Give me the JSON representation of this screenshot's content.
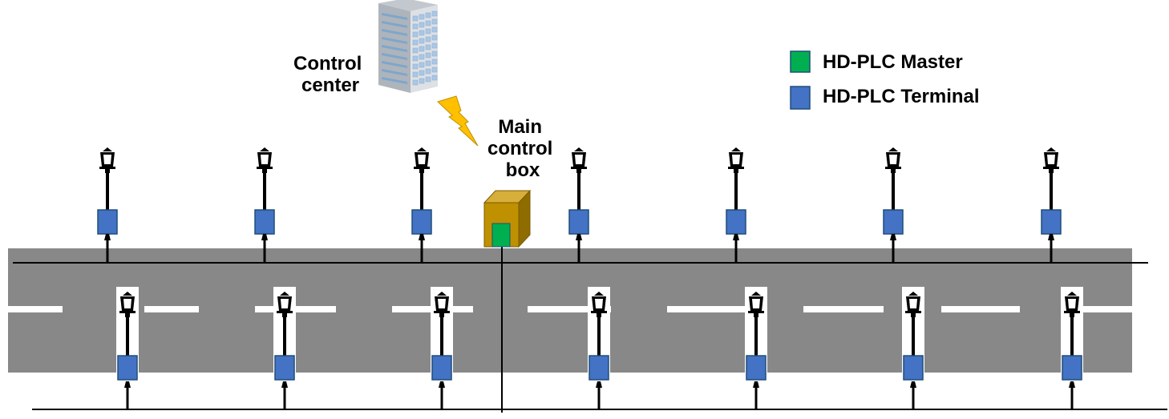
{
  "labels": {
    "control_center": [
      "Control",
      "center"
    ],
    "main_control_box": [
      "Main",
      "control",
      "box"
    ]
  },
  "legend": [
    {
      "label": "HD-PLC Master",
      "color": "#00b050"
    },
    {
      "label": "HD-PLC Terminal",
      "color": "#4472c4"
    }
  ],
  "colors": {
    "road": "#888888",
    "lane_marking": "#ffffff",
    "cable": "#000000",
    "box_front": "#bf9000",
    "box_top": "#d6ae3a",
    "box_side": "#8f6c00",
    "signal": "#ffc000",
    "building": "#cfd3d8"
  },
  "icons": {
    "building": "building-icon",
    "signal": "lightning-icon",
    "lamp": "street-lamp-icon",
    "box": "control-box-icon"
  },
  "counts": {
    "top_row_lamps": 7,
    "bottom_row_lamps": 7
  }
}
